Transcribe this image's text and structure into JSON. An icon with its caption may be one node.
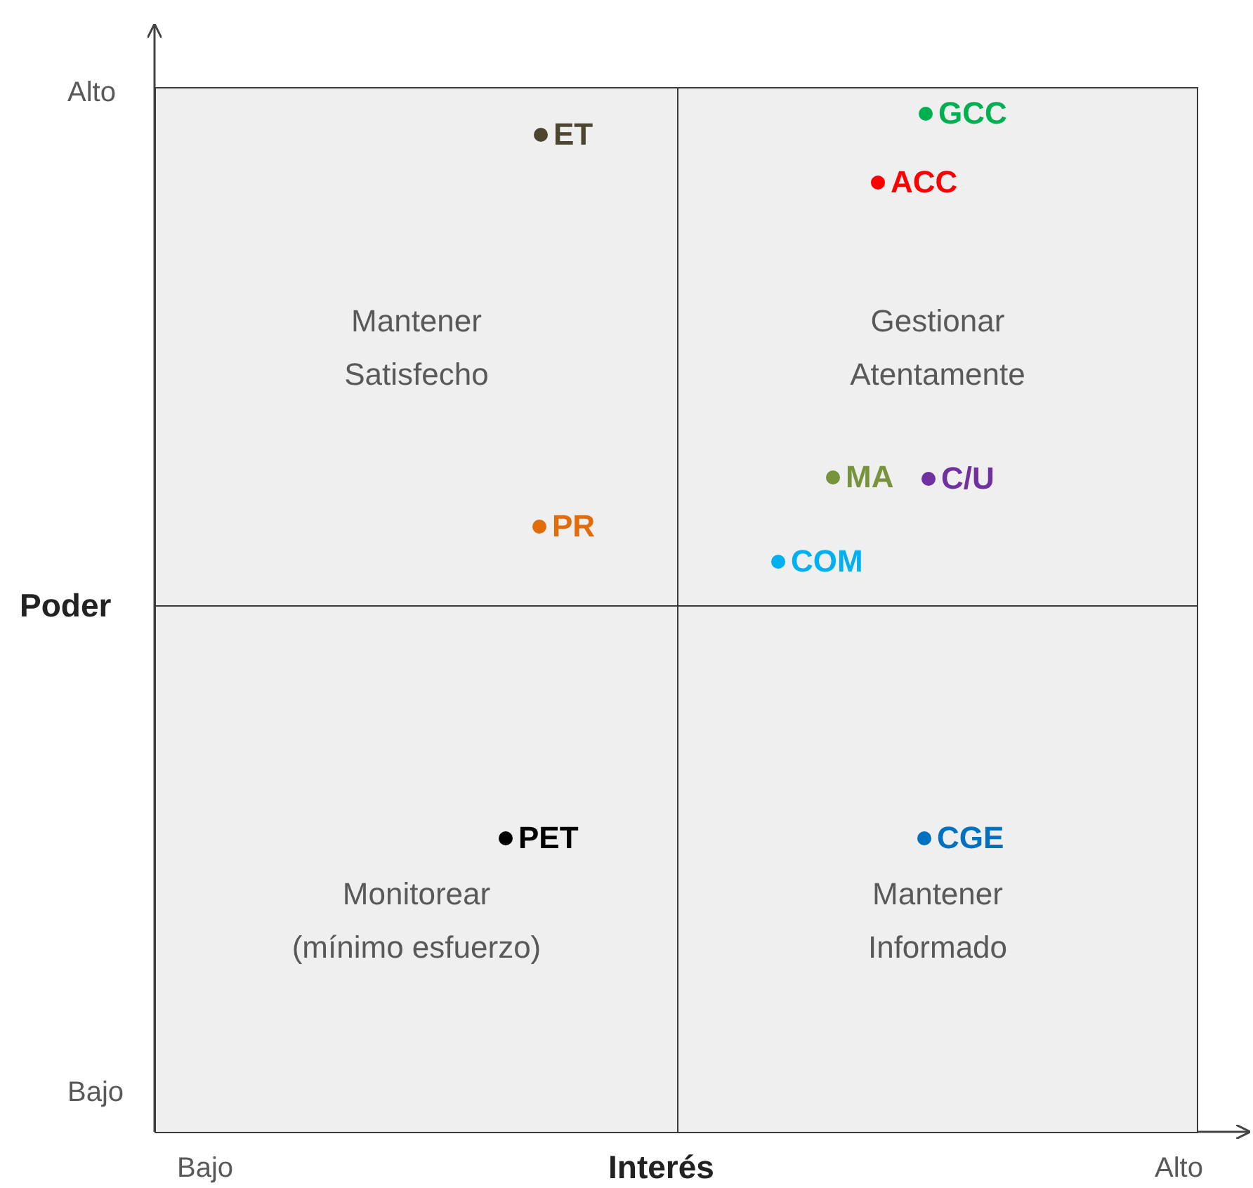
{
  "diagram": {
    "nodes": [
      {
        "text": [
          "Mantener Satisfecho"
        ]
      },
      {
        "text": [
          "Gestionar Atentamente"
        ]
      },
      {
        "text": [
          "Monitorear (mínimo esfuerzo)"
        ]
      },
      {
        "text": [
          "Mantener Informado"
        ]
      },
      {
        "text": [
          "ET"
        ],
        "in": 0
      },
      {
        "text": [
          "PR"
        ],
        "in": 0
      },
      {
        "text": [
          "GCC"
        ],
        "in": 1
      },
      {
        "text": [
          "ACC"
        ],
        "in": 1
      },
      {
        "text": [
          "MA"
        ],
        "in": 1
      },
      {
        "text": [
          "C/U"
        ],
        "in": 1
      },
      {
        "text": [
          "COM"
        ],
        "in": 1
      },
      {
        "text": [
          "PET"
        ],
        "in": 2
      },
      {
        "text": [
          "CGE"
        ],
        "in": 3
      }
    ],
    "labels": [
      "Alto",
      "Poder",
      "Bajo",
      "Bajo",
      "Interés",
      "Alto"
    ]
  }
}
